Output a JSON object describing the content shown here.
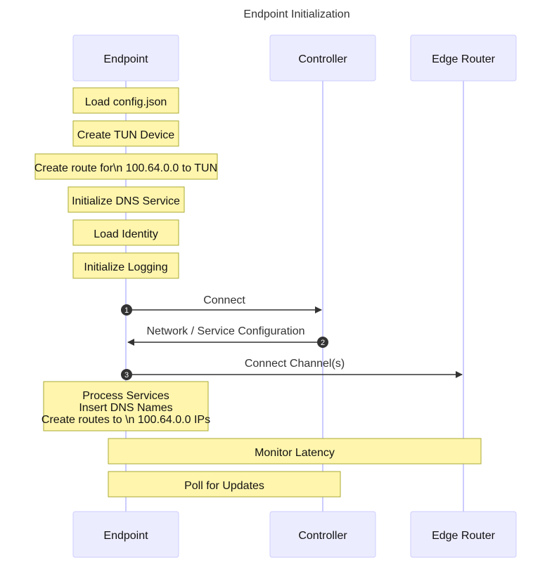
{
  "title": "Endpoint Initialization",
  "participants": {
    "endpoint": "Endpoint",
    "controller": "Controller",
    "edge_router": "Edge Router"
  },
  "notes": {
    "load_config": "Load config.json",
    "create_tun": "Create TUN Device",
    "create_route": "Create route for\\n 100.64.0.0 to TUN",
    "init_dns": "Initialize DNS Service",
    "load_identity": "Load Identity",
    "init_logging": "Initialize Logging",
    "process_services": {
      "line1": "Process Services",
      "line2": "Insert DNS Names",
      "line3": "Create routes to \\n 100.64.0.0 IPs"
    },
    "monitor_latency": "Monitor Latency",
    "poll_updates": "Poll for Updates"
  },
  "messages": {
    "m1": {
      "number": "1",
      "label": "Connect"
    },
    "m2": {
      "number": "2",
      "label": "Network / Service Configuration"
    },
    "m3": {
      "number": "3",
      "label": "Connect Channel(s)"
    }
  },
  "colors": {
    "actor_fill": "#ECECFF",
    "actor_stroke": "#CCCCFF",
    "note_fill": "#FFF5AD",
    "note_stroke": "#AAAA33",
    "message": "#333333"
  }
}
